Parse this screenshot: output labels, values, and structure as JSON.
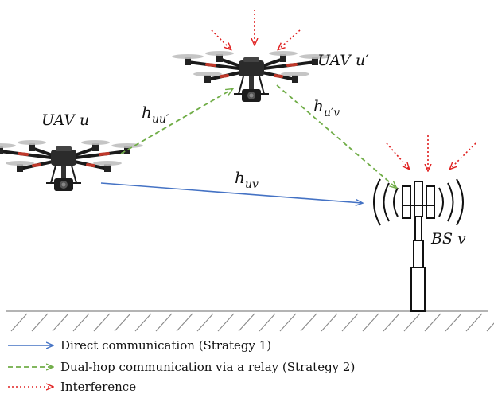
{
  "labels": {
    "uav_u": "UAV u",
    "uav_u_prime": "UAV u′",
    "bs": "BS v",
    "h_uu_prime": "h",
    "h_uu_prime_sub": "uu′",
    "h_u_prime_v": "h",
    "h_u_prime_v_sub": "u′v",
    "h_uv": "h",
    "h_uv_sub": "uv"
  },
  "legend": [
    {
      "label": "Direct communication (Strategy 1)",
      "style": "solid",
      "color": "#4472c4"
    },
    {
      "label": "Dual-hop communication via a relay (Strategy 2)",
      "style": "dashed",
      "color": "#70ad47"
    },
    {
      "label": "Interference",
      "style": "dotted",
      "color": "#e02020"
    }
  ],
  "colors": {
    "direct": "#4472c4",
    "relay": "#70ad47",
    "interference": "#e02020",
    "ground": "#888888"
  },
  "icons": [
    "drone-icon",
    "base-station-tower-icon",
    "signal-wave-icon",
    "ground-hatch"
  ]
}
